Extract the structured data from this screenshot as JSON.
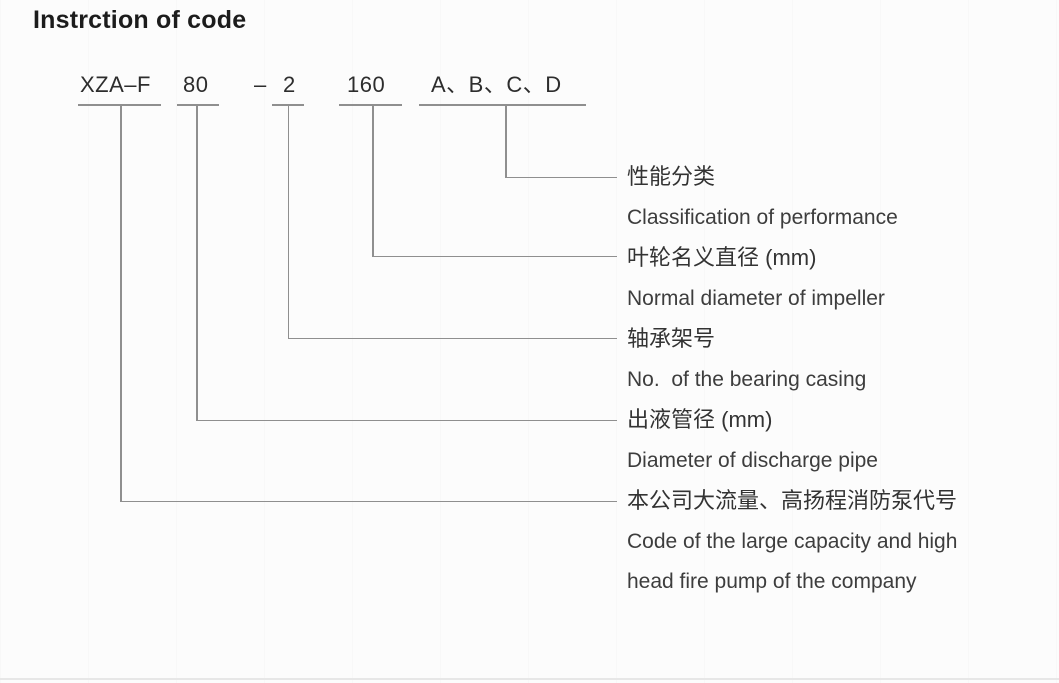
{
  "page": {
    "title": "Instrction of code"
  },
  "code": {
    "parts": [
      {
        "name": "company-code",
        "text": "XZA–F"
      },
      {
        "name": "discharge-pipe-diameter",
        "text": "80"
      },
      {
        "name": "separator-dash",
        "text": "–"
      },
      {
        "name": "bearing-casing-no",
        "text": "2"
      },
      {
        "name": "impeller-diameter",
        "text": "160"
      },
      {
        "name": "performance-class",
        "text": "A、B、C、D"
      }
    ]
  },
  "labels": [
    {
      "zh": "性能分类",
      "en": "Classification of performance"
    },
    {
      "zh": "叶轮名义直径 (mm)",
      "en": "Normal diameter of impeller"
    },
    {
      "zh": "轴承架号",
      "en": "No.  of the bearing casing"
    },
    {
      "zh": "出液管径 (mm)",
      "en": "Diameter of discharge pipe"
    },
    {
      "zh": "本公司大流量、高扬程消防泵代号",
      "en": "Code of the large capacity and high head fire pump of the company"
    }
  ],
  "colors": {
    "leader_line": "#8f8f8f",
    "text": "#3a3a3a",
    "title": "#1c1c1c",
    "background": "#fcfcfc"
  }
}
